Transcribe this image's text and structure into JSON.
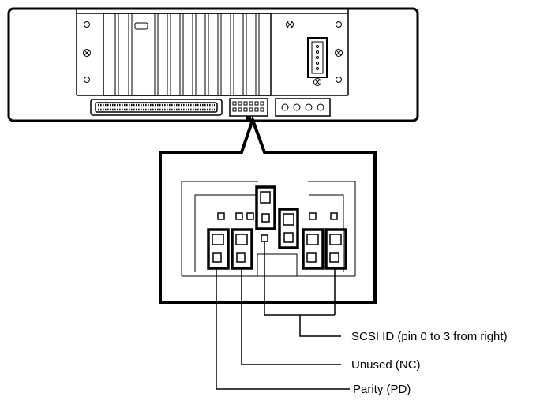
{
  "diagram": {
    "callouts": {
      "scsi_id": "SCSI ID (pin 0 to 3 from right)",
      "unused": "Unused (NC)",
      "parity": "Parity (PD)"
    }
  }
}
